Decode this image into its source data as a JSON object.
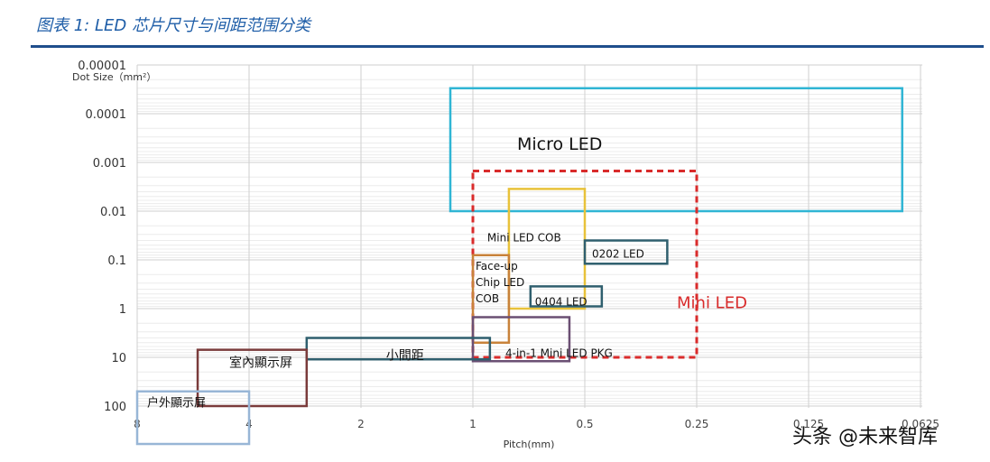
{
  "header": {
    "title": "图表 1:  LED 芯片尺寸与间距范围分类"
  },
  "watermark": "头条 @未来智库",
  "chart_data": {
    "type": "range-boxes",
    "xlabel": "Pitch(mm)",
    "ylabel": "Dot Size（mm²）",
    "x_ticks": [
      "8",
      "4",
      "2",
      "1",
      "0.5",
      "0.25",
      "0.125",
      "0.0625"
    ],
    "y_ticks": [
      "0.00001",
      "0.0001",
      "0.001",
      "0.01",
      "0.1",
      "1",
      "10",
      "100"
    ],
    "x_scale": "log2, decreasing to the right",
    "y_scale": "log10, decreasing downward",
    "grid": true,
    "regions": [
      {
        "label": "Micro LED",
        "color": "#2fb5d4",
        "dash": false,
        "pitch_range": [
          1.15,
          0.07
        ],
        "dot_size_range": [
          0.01,
          3e-05
        ]
      },
      {
        "label": "Mini LED",
        "color": "#d92b2b",
        "dash": true,
        "pitch_range": [
          1.0,
          0.25
        ],
        "dot_size_range": [
          10.0,
          0.0015
        ]
      },
      {
        "label": "Mini LED COB",
        "color": "#e8c23a",
        "dash": false,
        "pitch_range": [
          0.8,
          0.5
        ],
        "dot_size_range": [
          1.0,
          0.0035
        ]
      },
      {
        "label": "0202 LED",
        "color": "#2f5f6e",
        "dash": false,
        "pitch_range": [
          0.5,
          0.3
        ],
        "dot_size_range": [
          0.12,
          0.04
        ]
      },
      {
        "label": "Face-up Chip LED COB",
        "color": "#c8823a",
        "dash": false,
        "pitch_range": [
          1.0,
          0.8
        ],
        "dot_size_range": [
          5.0,
          0.08
        ]
      },
      {
        "label": "0404 LED",
        "color": "#2f5f6e",
        "dash": false,
        "pitch_range": [
          0.7,
          0.45
        ],
        "dot_size_range": [
          0.9,
          0.35
        ]
      },
      {
        "label": "4-in-1 Mini LED PKG",
        "color": "#6b4f73",
        "dash": false,
        "pitch_range": [
          1.0,
          0.55
        ],
        "dot_size_range": [
          12.0,
          1.5
        ]
      },
      {
        "label": "小間距",
        "color": "#2f5f6e",
        "dash": false,
        "pitch_range": [
          2.8,
          0.9
        ],
        "dot_size_range": [
          11.0,
          4.0
        ]
      },
      {
        "label": "室內顯示屏",
        "color": "#7a3b3b",
        "dash": false,
        "pitch_range": [
          5.5,
          2.8
        ],
        "dot_size_range": [
          100.0,
          7.0
        ]
      },
      {
        "label": "户外顯示屏",
        "color": "#98b6d6",
        "dash": false,
        "pitch_range": [
          8.0,
          4.0
        ],
        "dot_size_range": [
          600.0,
          50.0
        ]
      }
    ]
  }
}
